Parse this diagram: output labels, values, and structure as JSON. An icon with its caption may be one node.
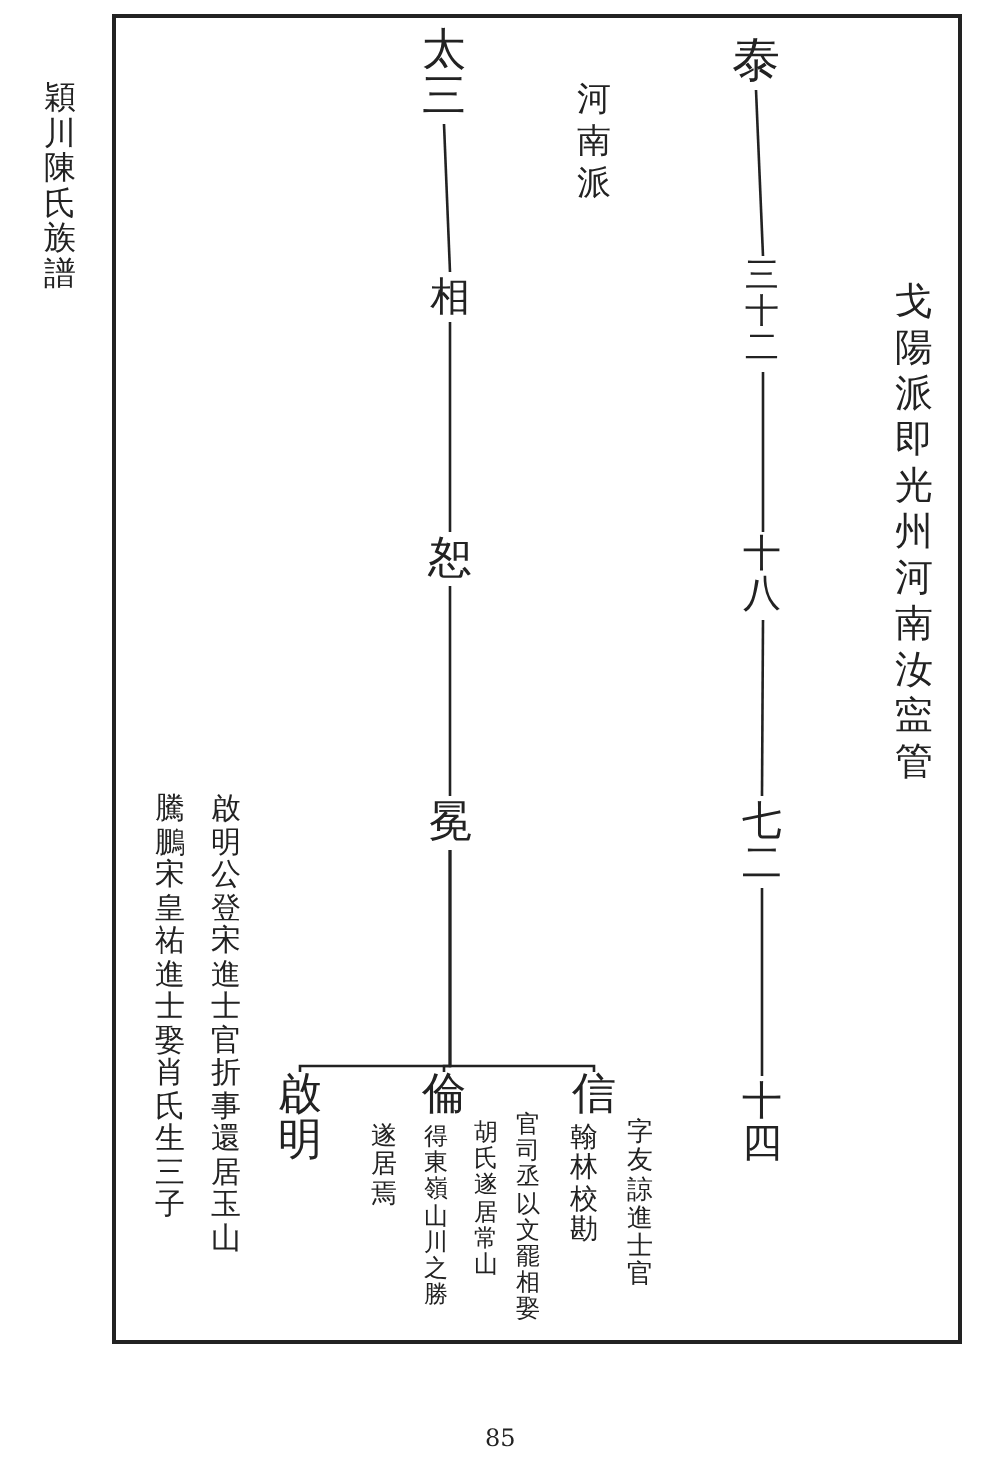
{
  "diagram": {
    "title": "穎川陳氏族譜",
    "nodes": [
      {
        "text": [
          "泰"
        ]
      },
      {
        "text": [
          "三十二"
        ]
      },
      {
        "text": [
          "十八"
        ]
      },
      {
        "text": [
          "七二"
        ]
      },
      {
        "text": [
          "十四"
        ]
      },
      {
        "text": [
          "太三"
        ]
      },
      {
        "text": [
          "相"
        ]
      },
      {
        "text": [
          "恕"
        ]
      },
      {
        "text": [
          "冕"
        ]
      },
      {
        "text": [
          "信"
        ],
        "beside": [
          "翰林校勘",
          "字友諒進士官",
          "官司丞以文罷相娶",
          "胡氏遂居常山"
        ]
      },
      {
        "text": [
          "倫"
        ],
        "beside": [
          "得東嶺山川之勝",
          "遂居焉"
        ]
      },
      {
        "text": [
          "啟明"
        ],
        "beside": [
          "啟明公登宋進士官折事還居玉山",
          "騰鵬宋皇祐進士娶肖氏生三子"
        ]
      }
    ],
    "edges": [
      {
        "from": 0,
        "to": 1,
        "arrow": "none"
      },
      {
        "from": 1,
        "to": 2,
        "arrow": "none"
      },
      {
        "from": 2,
        "to": 3,
        "arrow": "none"
      },
      {
        "from": 3,
        "to": 4,
        "arrow": "none"
      },
      {
        "from": 5,
        "to": 6,
        "arrow": "none"
      },
      {
        "from": 6,
        "to": 7,
        "arrow": "none"
      },
      {
        "from": 7,
        "to": 8,
        "arrow": "none"
      },
      {
        "from": 8,
        "to": 9,
        "arrow": "none"
      },
      {
        "from": 8,
        "to": 10,
        "arrow": "none"
      },
      {
        "from": 8,
        "to": 11,
        "arrow": "none"
      }
    ],
    "labels": [
      "河南派",
      "戈陽派即光州河南汝寍管",
      "85"
    ]
  }
}
